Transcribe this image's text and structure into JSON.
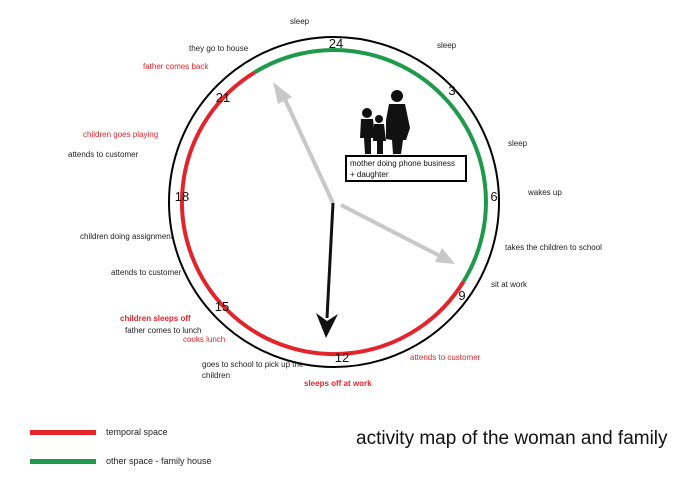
{
  "title": "activity map of the woman and family",
  "colors": {
    "temporal": "#e3242b",
    "family": "#1f9a4b",
    "hand_light": "#c8c8c8",
    "hand_dark": "#111111",
    "ring": "#000000"
  },
  "hours": [
    "24",
    "3",
    "6",
    "9",
    "12",
    "15",
    "18",
    "21"
  ],
  "icon": "family-silhouette-icon",
  "callout": {
    "line1": "mother doing phone business",
    "line2": "+ daughter"
  },
  "activities": {
    "sleep_top": "sleep",
    "sleep_3": "sleep",
    "sleep_5": "sleep",
    "wakes_up": "wakes up",
    "takes_children": "takes the children to school",
    "sit_at_work": "sit at work",
    "attends_customer_bottom": "attends to customer",
    "sleeps_off_at_work": "sleeps off at work",
    "pick_up_children_1": "goes to school to pick up the",
    "pick_up_children_2": "children",
    "cooks_lunch": "cooks lunch",
    "father_lunch": "father comes to lunch",
    "children_sleeps_off": "children sleeps off",
    "attends_customer_left": "attends to customer",
    "children_assignment": "children doing assignment",
    "attends_customer_upper": "attends to customer",
    "children_playing": "children goes playing",
    "father_back": "father comes back",
    "they_go_house": "they go to house"
  },
  "legend": [
    {
      "label": "temporal space",
      "color": "#e3242b"
    },
    {
      "label": "other space - family house",
      "color": "#1f9a4b"
    }
  ]
}
